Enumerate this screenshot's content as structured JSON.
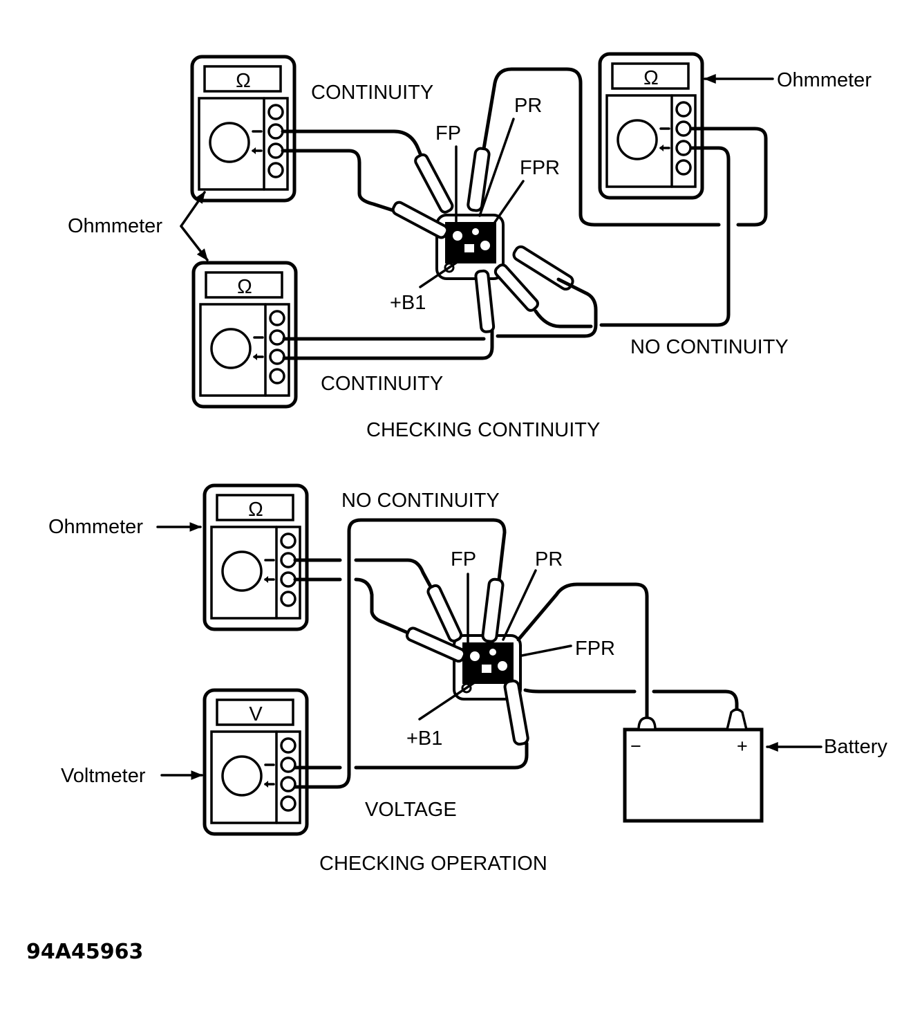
{
  "figure_code": "94A45963",
  "top_panel": {
    "caption": "CHECKING CONTINUITY",
    "labels": {
      "continuity_upper": "CONTINUITY",
      "continuity_lower": "CONTINUITY",
      "no_continuity": "NO CONTINUITY",
      "ohmmeter_left": "Ohmmeter",
      "ohmmeter_right": "Ohmmeter",
      "terminal_fp": "FP",
      "terminal_pr": "PR",
      "terminal_fpr": "FPR",
      "terminal_b1": "+B1"
    },
    "meters": [
      {
        "id": "top-left-meter",
        "type": "ohmmeter",
        "symbol": "Ω"
      },
      {
        "id": "bottom-left-meter",
        "type": "ohmmeter",
        "symbol": "Ω"
      },
      {
        "id": "right-meter",
        "type": "ohmmeter",
        "symbol": "Ω"
      }
    ]
  },
  "bottom_panel": {
    "caption": "CHECKING OPERATION",
    "labels": {
      "no_continuity": "NO CONTINUITY",
      "voltage": "VOLTAGE",
      "ohmmeter": "Ohmmeter",
      "voltmeter": "Voltmeter",
      "battery": "Battery",
      "battery_neg": "−",
      "battery_pos": "+",
      "terminal_fp": "FP",
      "terminal_pr": "PR",
      "terminal_fpr": "FPR",
      "terminal_b1": "+B1"
    },
    "meters": [
      {
        "id": "ohm-meter",
        "type": "ohmmeter",
        "symbol": "Ω"
      },
      {
        "id": "volt-meter",
        "type": "voltmeter",
        "symbol": "V"
      }
    ]
  }
}
